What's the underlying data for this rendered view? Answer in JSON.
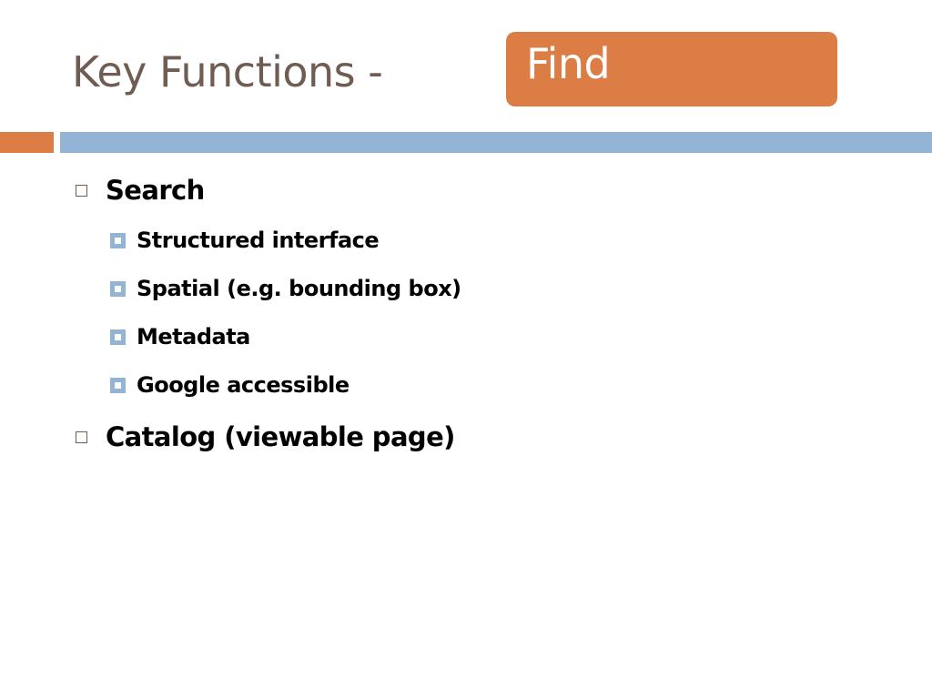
{
  "slide": {
    "title": "Key Functions -",
    "badge": "Find",
    "accent_orange": "#dc7d46",
    "accent_blue": "#93b4d4",
    "title_color": "#6f5c53"
  },
  "bullets": [
    {
      "text": "Search",
      "subitems": [
        "Structured interface",
        "Spatial (e.g. bounding box)",
        "Metadata",
        "Google accessible"
      ]
    },
    {
      "text": "Catalog (viewable page)",
      "subitems": []
    }
  ]
}
